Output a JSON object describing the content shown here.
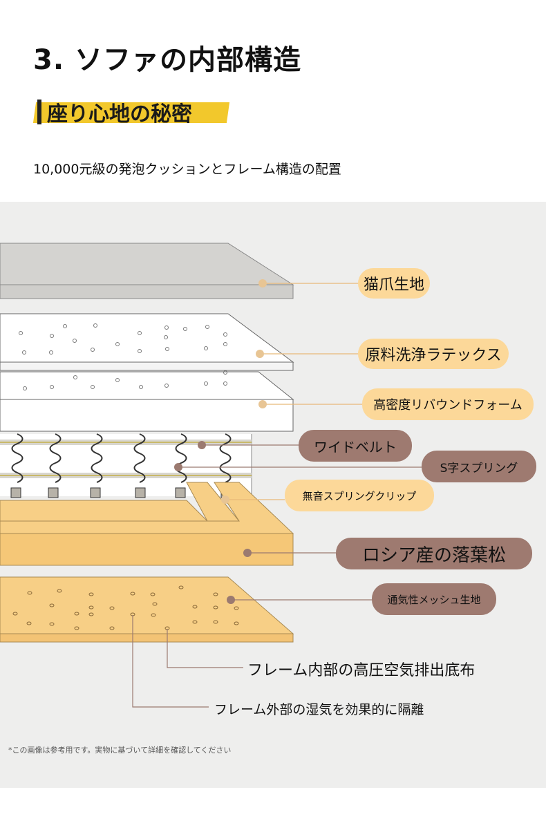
{
  "header": {
    "title": "3. ソファの内部構造",
    "subtitle": "座り心地の秘密",
    "description": "10,000元級の発泡クッションとフレーム構造の配置"
  },
  "layers": [
    {
      "label": "猫爪生地",
      "style": "yellow"
    },
    {
      "label": "原料洗浄ラテックス",
      "style": "yellow"
    },
    {
      "label": "高密度リバウンドフォーム",
      "style": "yellow"
    },
    {
      "label": "ワイドベルト",
      "style": "brown"
    },
    {
      "label": "S字スプリング",
      "style": "brown"
    },
    {
      "label": "無音スプリングクリップ",
      "style": "yellow"
    },
    {
      "label": "ロシア産の落葉松",
      "style": "brown"
    },
    {
      "label": "通気性メッシュ生地",
      "style": "brown"
    }
  ],
  "callouts": [
    "フレーム内部の高圧空気排出底布",
    "フレーム外部の湿気を効果的に隔離"
  ],
  "footnote": "*この画像は参考用です。実物に基づいて詳細を確認してください",
  "colors": {
    "pill_yellow": "#fcd899",
    "pill_brown": "#9e7a70",
    "wood": "#f7cf86",
    "subtitle_highlight": "#f2c82c",
    "background_diagram": "#eeeeed"
  }
}
